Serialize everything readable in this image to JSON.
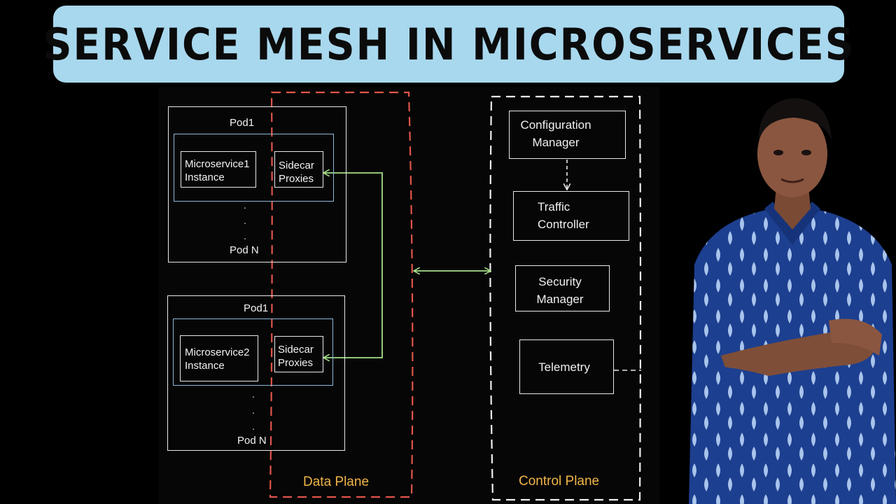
{
  "title": "SERVICE MESH IN MICROSERVICES",
  "data_plane": {
    "label": "Data Plane",
    "groups": [
      {
        "pod_top": "Pod1",
        "service": "Microservice1\nInstance",
        "sidecar": "Sidecar\nProxies",
        "pod_bottom": "Pod N"
      },
      {
        "pod_top": "Pod1",
        "service": "Microservice2\nInstance",
        "sidecar": "Sidecar\nProxies",
        "pod_bottom": "Pod N"
      }
    ]
  },
  "control_plane": {
    "label": "Control Plane",
    "components": [
      "Configuration\nManager",
      "Traffic\nController",
      "Security\nManager",
      "Telemetry"
    ]
  },
  "colors": {
    "banner": "#a8d8ee",
    "data_plane_border": "#e0554a",
    "arrow": "#a6e08a",
    "plane_label": "#f2b54a"
  }
}
